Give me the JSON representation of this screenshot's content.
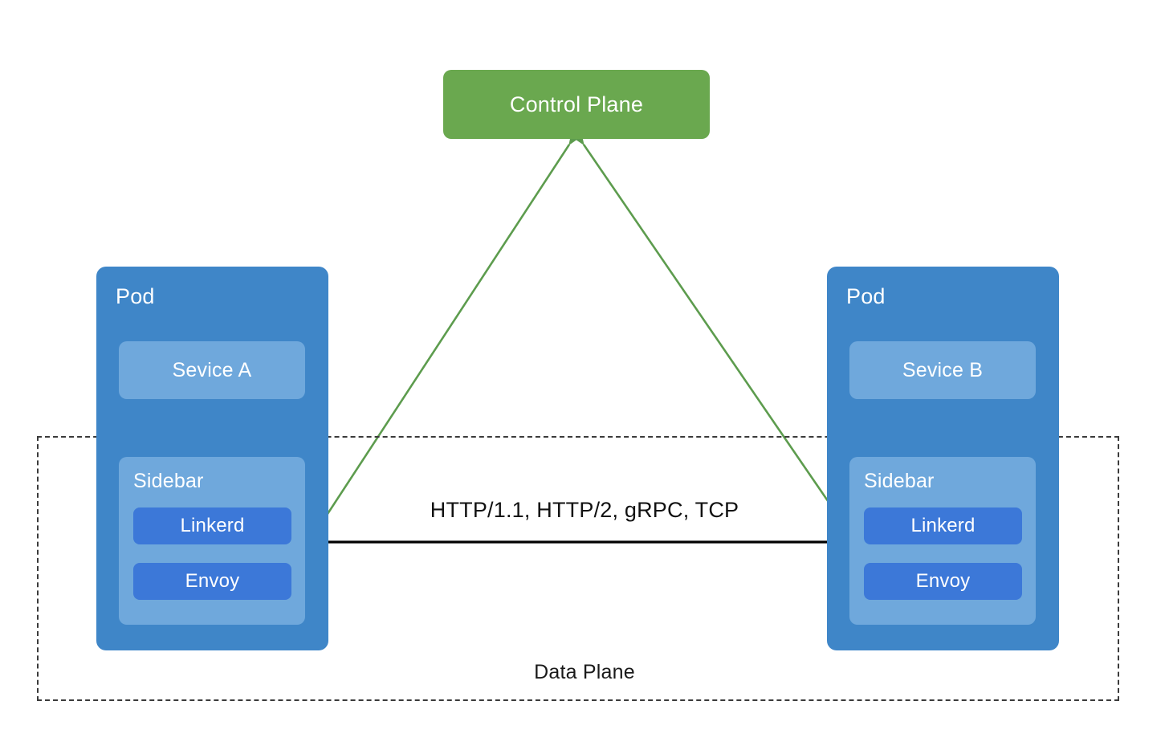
{
  "diagram": {
    "control_plane": {
      "label": "Control Plane",
      "color": "#6aa84f"
    },
    "data_plane": {
      "label": "Data Plane",
      "border_color": "#3b3b3b",
      "border_style": "dashed"
    },
    "protocols_label": "HTTP/1.1, HTTP/2, gRPC, TCP",
    "pods": [
      {
        "title": "Pod",
        "service": "Sevice A",
        "sidecar_title": "Sidebar",
        "proxies": [
          "Linkerd",
          "Envoy"
        ]
      },
      {
        "title": "Pod",
        "service": "Sevice B",
        "sidecar_title": "Sidebar",
        "proxies": [
          "Linkerd",
          "Envoy"
        ]
      }
    ],
    "colors": {
      "pod": "#3f86c8",
      "service": "#6fa8dc",
      "sidecar": "#6fa8dc",
      "proxy": "#3c78d8",
      "control_plane": "#6aa84f",
      "control_link": "#5d9c4e",
      "data_link": "#000000",
      "background": "#ffffff"
    }
  }
}
